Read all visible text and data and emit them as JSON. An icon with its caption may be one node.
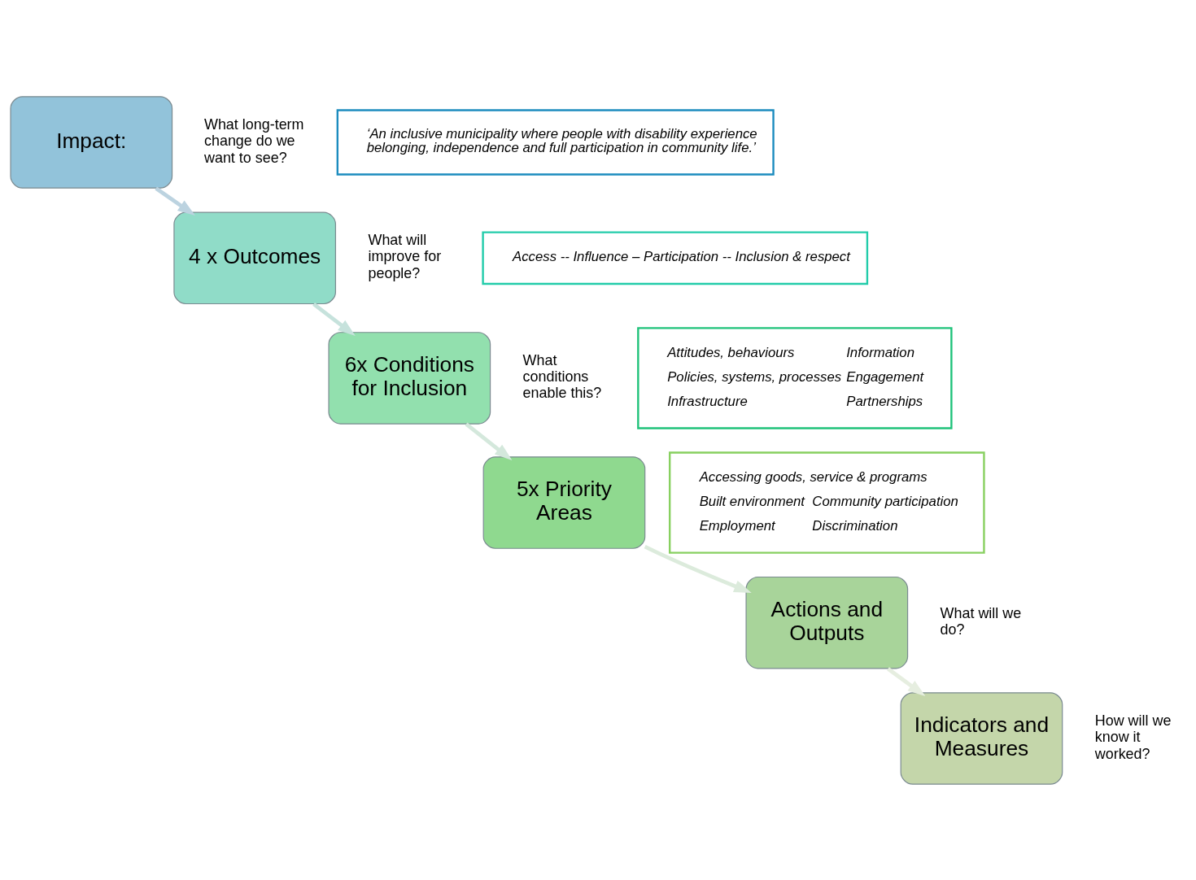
{
  "diagram": {
    "nodes": [
      {
        "text": [
          "Impact:"
        ],
        "beside": [
          "What long-term change do we want to see?"
        ]
      },
      {
        "text": [
          "‘An inclusive municipality where people with disability experience belonging, independence and full participation in community life.’"
        ]
      },
      {
        "text": [
          "4 x Outcomes"
        ],
        "beside": [
          "What will improve for people?"
        ]
      },
      {
        "text": [
          "Access -- Influence – Participation -- Inclusion & respect"
        ]
      },
      {
        "text": [
          "6x Conditions for Inclusion"
        ],
        "beside": [
          "What conditions enable this?"
        ]
      },
      {
        "text": [
          "Attitudes, behaviours",
          "Information",
          "Policies, systems, processes",
          "Engagement",
          "Infrastructure",
          "Partnerships"
        ]
      },
      {
        "text": [
          "5x Priority Areas"
        ]
      },
      {
        "text": [
          "Accessing goods, service & programs",
          "Built environment",
          "Community participation",
          "Employment",
          "Discrimination"
        ]
      },
      {
        "text": [
          "Actions and Outputs"
        ],
        "beside": [
          "What will we do?"
        ]
      },
      {
        "text": [
          "Indicators and Measures"
        ],
        "beside": [
          "How will we know it worked?"
        ]
      }
    ],
    "edges": [
      {
        "from": 0,
        "to": 2,
        "arrow": "to",
        "color": "#bcd3e0"
      },
      {
        "from": 2,
        "to": 4,
        "arrow": "to",
        "color": "#c6e2dc"
      },
      {
        "from": 4,
        "to": 6,
        "arrow": "to",
        "color": "#d4e8dc"
      },
      {
        "from": 6,
        "to": 8,
        "arrow": "to",
        "color": "#dcebdc"
      },
      {
        "from": 8,
        "to": 9,
        "arrow": "to",
        "color": "#e6eee0"
      }
    ]
  }
}
